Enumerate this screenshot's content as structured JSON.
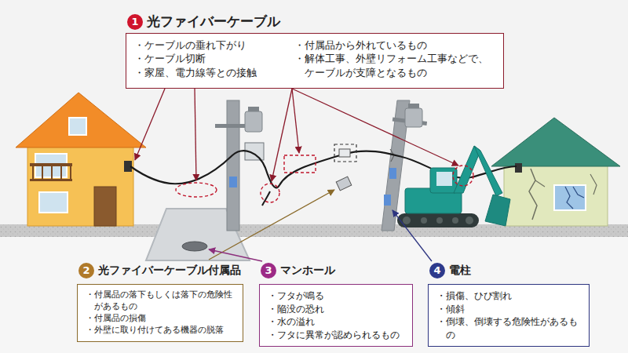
{
  "diagram": {
    "nodes": [
      {
        "text": [
          "光ファイバーケーブル",
          "・ケーブルの垂れ下がり",
          "・ケーブル切断",
          "・家屋、電力線等との接触",
          "・付属品から外れているもの",
          "・解体工事、外壁リフォーム工事などで、ケーブルが支障となるもの"
        ]
      },
      {
        "text": [
          "光ファイバーケーブル付属品",
          "・付属品の落下もしくは落下の危険性があるもの",
          "・付属品の損傷",
          "・外壁に取り付けてある機器の脱落"
        ]
      },
      {
        "text": [
          "マンホール",
          "・フタが鳴る",
          "・陥没の恐れ",
          "・水の溢れ",
          "・フタに異常が認められるもの"
        ]
      },
      {
        "text": [
          "電柱",
          "・損傷、ひび割れ",
          "・傾斜",
          "・倒壊、倒壊する危険性があるもの"
        ]
      }
    ],
    "labels": [
      "1",
      "2",
      "3",
      "4"
    ]
  }
}
